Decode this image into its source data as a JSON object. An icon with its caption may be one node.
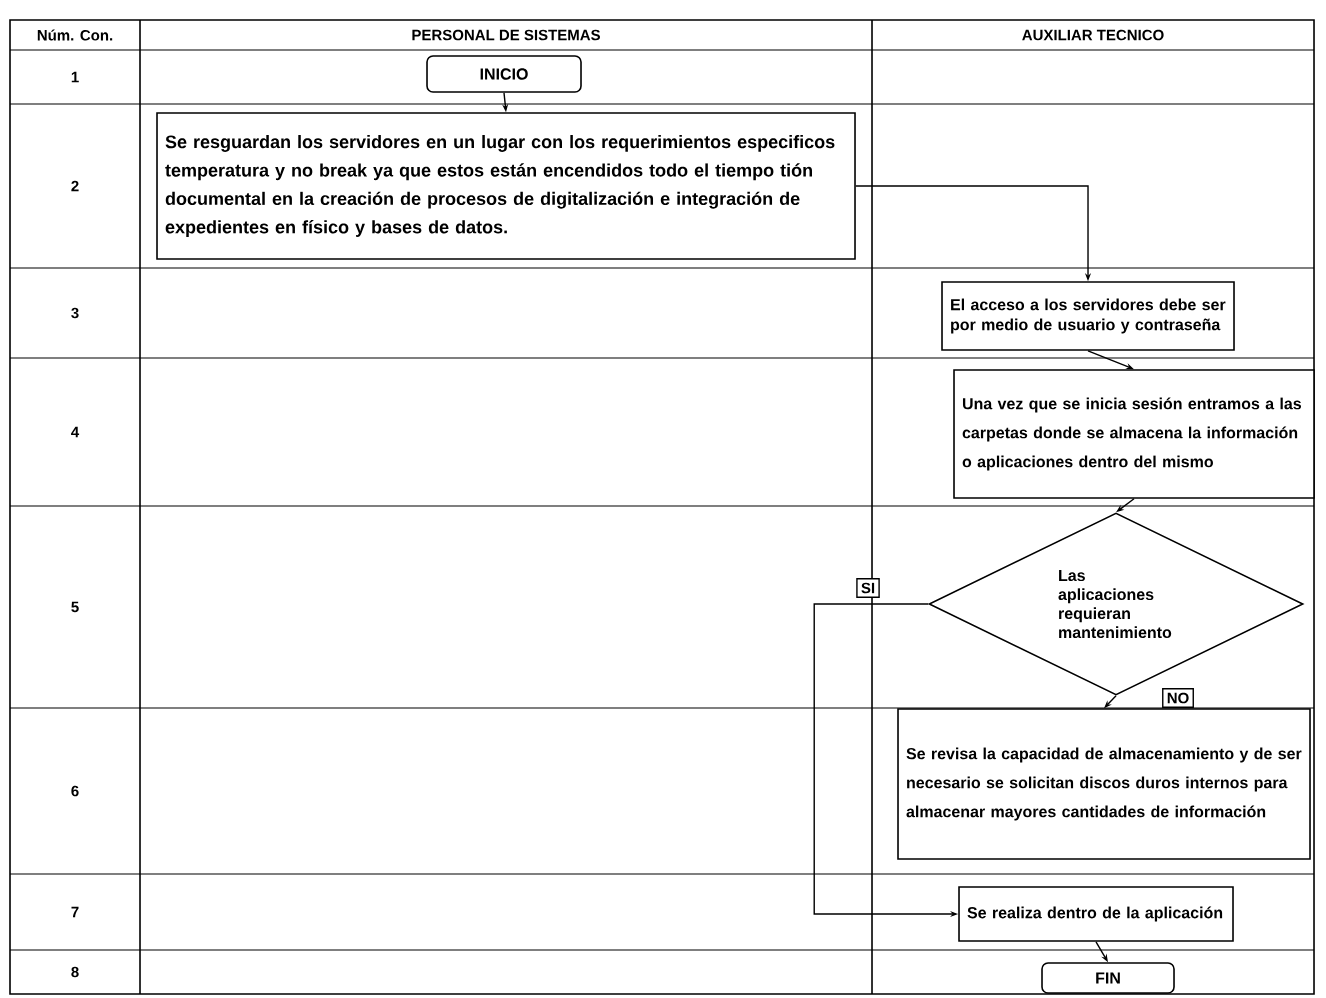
{
  "diagram": {
    "nodes": [
      {
        "text": [
          "INICIO"
        ]
      },
      {
        "text": [
          "Se resguardan los servidores en un lugar con los requerimientos especificos temperatura y no break ya que estos están encendidos todo el tiempo tión documental en la creación de procesos de digitalización e integración de expedientes en físico y bases de datos."
        ]
      },
      {
        "text": [
          "El acceso a los servidores debe ser por medio de usuario y contraseña"
        ]
      },
      {
        "text": [
          "Una vez que se inicia sesión entramos a las carpetas donde se almacena la información o aplicaciones dentro del mismo"
        ]
      },
      {
        "text": [
          "Las aplicaciones requieran mantenimiento"
        ]
      },
      {
        "text": [
          "Se revisa la capacidad de almacenamiento y de ser necesario se solicitan discos duros internos para almacenar mayores cantidades de información"
        ]
      },
      {
        "text": [
          "Se realiza dentro de la aplicación"
        ]
      },
      {
        "text": [
          "FIN"
        ]
      }
    ],
    "edges": [
      {
        "from": 0,
        "to": 1,
        "arrow": "to"
      },
      {
        "from": 1,
        "to": 2,
        "arrow": "to"
      },
      {
        "from": 2,
        "to": 3,
        "arrow": "to"
      },
      {
        "from": 3,
        "to": 4,
        "arrow": "to"
      },
      {
        "from": 4,
        "to": 5,
        "arrow": "to",
        "label": "NO"
      },
      {
        "from": 4,
        "to": 6,
        "arrow": "to",
        "label": "SI"
      },
      {
        "from": 6,
        "to": 7,
        "arrow": "to"
      }
    ],
    "labels": [
      "Núm. Con.",
      "PERSONAL DE SISTEMAS",
      "AUXILIAR TECNICO",
      "1",
      "2",
      "3",
      "4",
      "5",
      "6",
      "7",
      "8"
    ]
  }
}
